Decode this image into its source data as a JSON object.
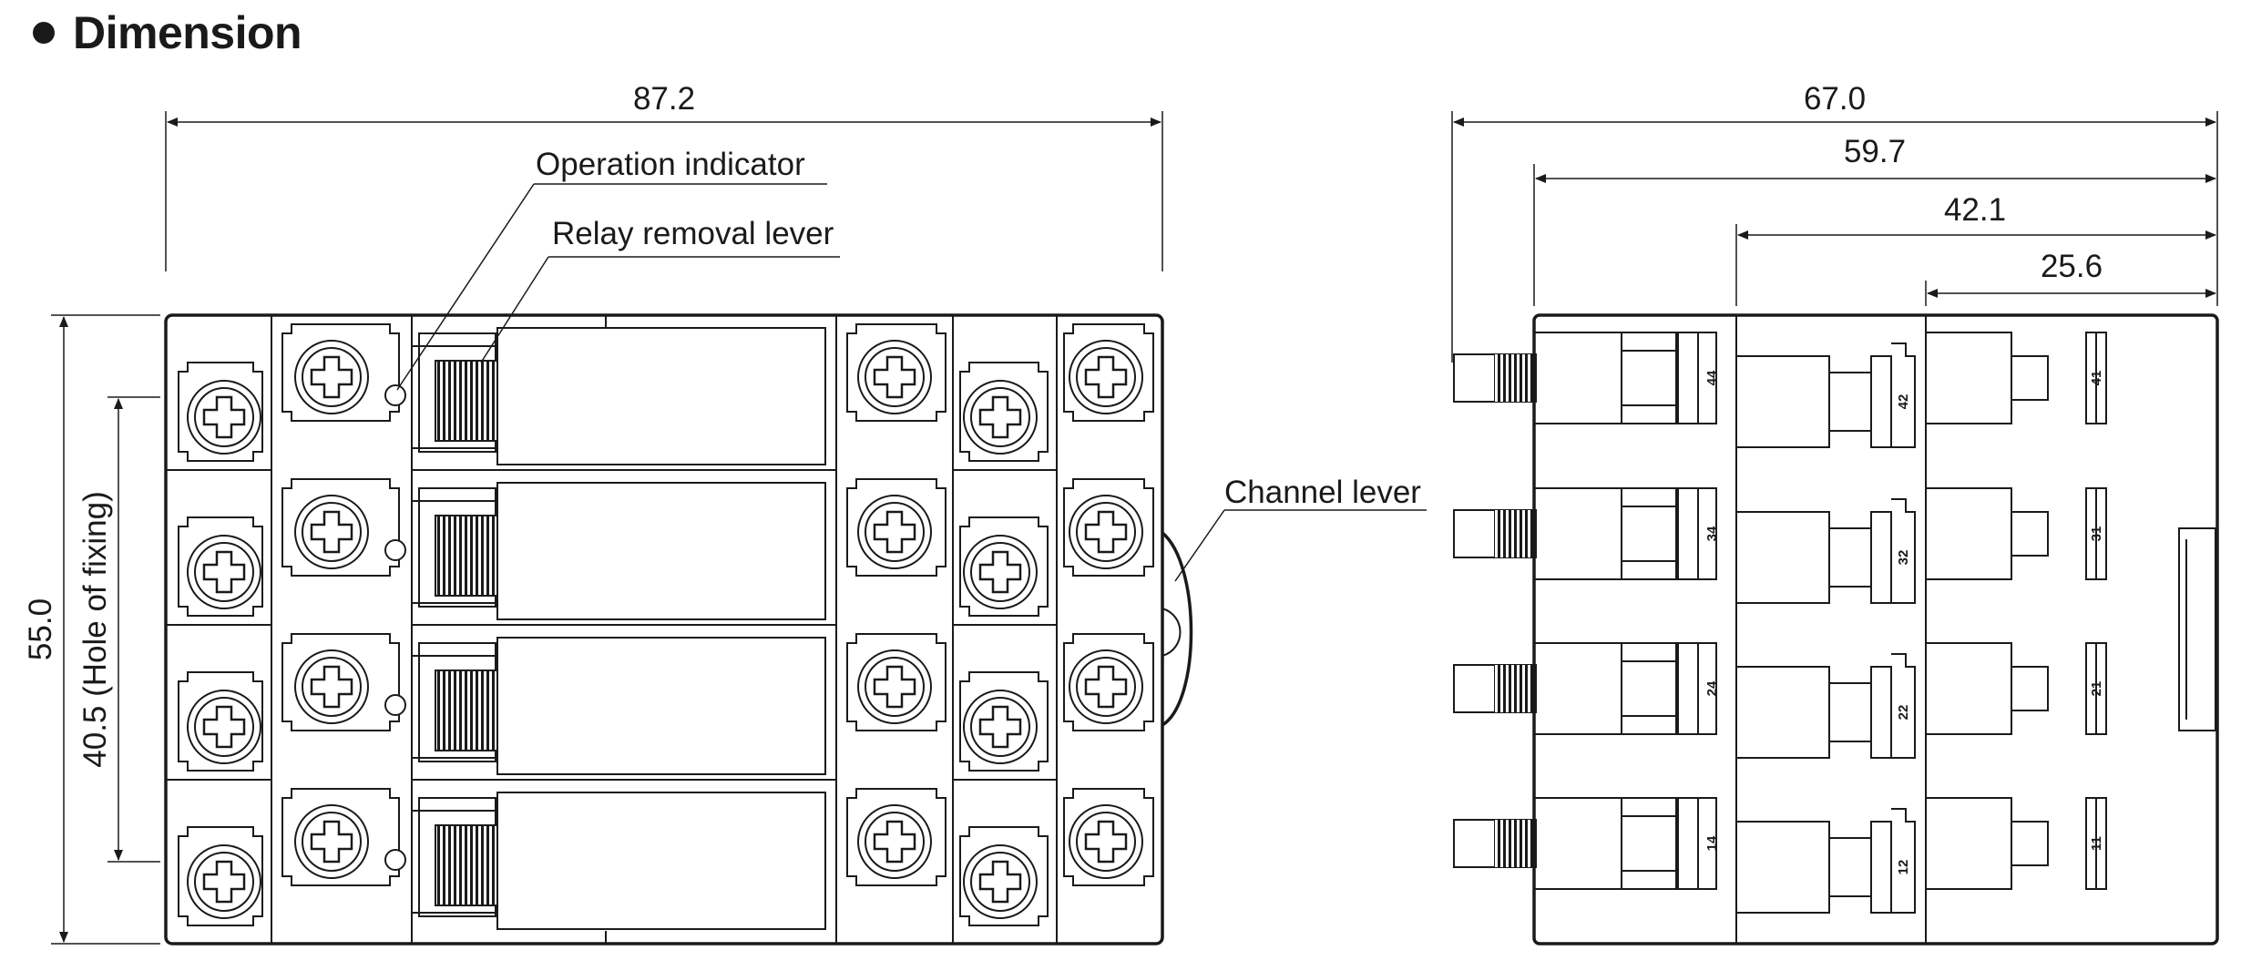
{
  "header": {
    "title": "Dimension"
  },
  "front_view": {
    "dim_width": "87.2",
    "dim_height": "55.0",
    "dim_fixing": "40.5 (Hole of fixing)",
    "labels": {
      "operation_indicator": "Operation indicator",
      "relay_removal_lever": "Relay removal lever",
      "channel_lever": "Channel lever"
    }
  },
  "side_view": {
    "dims": [
      "67.0",
      "59.7",
      "42.1",
      "25.6"
    ],
    "terminals_col1": [
      "44",
      "34",
      "24",
      "14"
    ],
    "terminals_col2": [
      "42",
      "32",
      "22",
      "12"
    ],
    "terminals_col3": [
      "41",
      "31",
      "21",
      "11"
    ]
  }
}
